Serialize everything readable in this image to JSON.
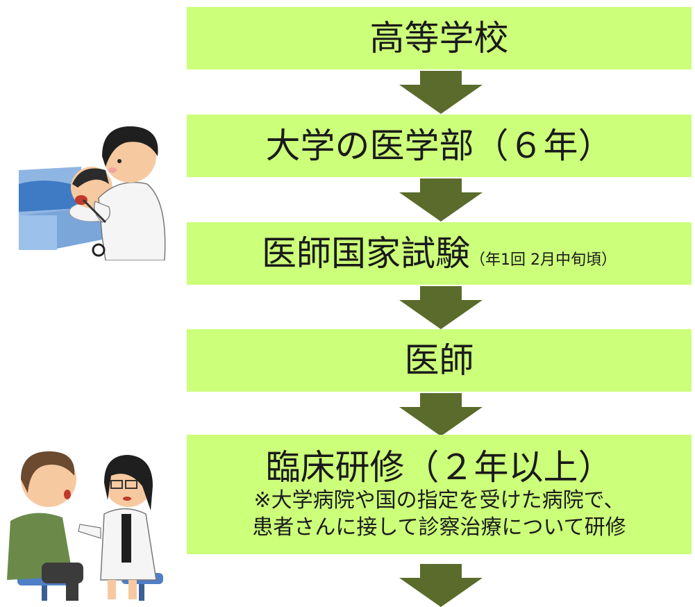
{
  "steps": [
    {
      "title": "高等学校"
    },
    {
      "title": "大学の医学部（６年）"
    },
    {
      "title": "医師国家試験",
      "sub": "（年1回 2月中旬頃）"
    },
    {
      "title": "医師"
    },
    {
      "title": "臨床研修（２年以上）",
      "note_line1": "※大学病院や国の指定を受けた病院で、",
      "note_line2": "患者さんに接して診察治療について研修"
    }
  ],
  "colors": {
    "box": "#ccff7a",
    "arrow": "#5a6b2b",
    "text": "#1a1a1a"
  }
}
